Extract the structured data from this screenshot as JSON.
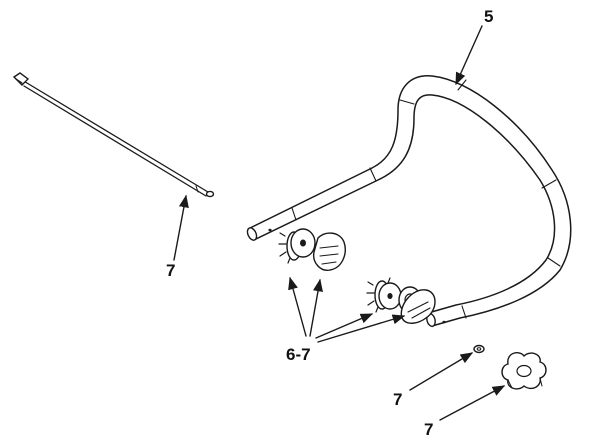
{
  "diagram": {
    "callouts": [
      {
        "id": "c5",
        "text": "5"
      },
      {
        "id": "c7a",
        "text": "7"
      },
      {
        "id": "c67",
        "text": "6-7"
      },
      {
        "id": "c7b",
        "text": "7"
      },
      {
        "id": "c7c",
        "text": "7"
      }
    ],
    "colors": {
      "ink": "#1a1a1a",
      "paper": "#ffffff"
    }
  }
}
